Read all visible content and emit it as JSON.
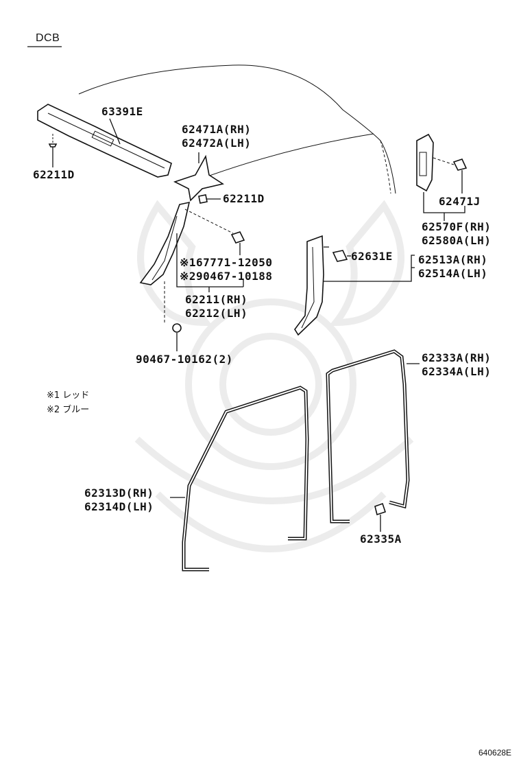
{
  "header": {
    "model": "DCB"
  },
  "footer": {
    "diagram_code": "640628E"
  },
  "notes": {
    "n1": "※1 レッド",
    "n2": "※2 ブルー"
  },
  "parts": {
    "p63391e": "63391E",
    "p62211d_a": "62211D",
    "p62471a": "62471A(RH)",
    "p62472a": "62472A(LH)",
    "p62211d_b": "62211D",
    "p67771": "※167771-12050",
    "p90467_10188": "※290467-10188",
    "p62211": "62211(RH)",
    "p62212": "62212(LH)",
    "p90467_10162": "90467-10162(2)",
    "p62471j": "62471J",
    "p62570f": "62570F(RH)",
    "p62580a": "62580A(LH)",
    "p62631e": "62631E",
    "p62513a": "62513A(RH)",
    "p62514a": "62514A(LH)",
    "p62333a": "62333A(RH)",
    "p62334a": "62334A(LH)",
    "p62313d": "62313D(RH)",
    "p62314d": "62314D(LH)",
    "p62335a": "62335A"
  },
  "colors": {
    "ink": "#111111",
    "watermark": "#ececec",
    "background": "#ffffff"
  }
}
